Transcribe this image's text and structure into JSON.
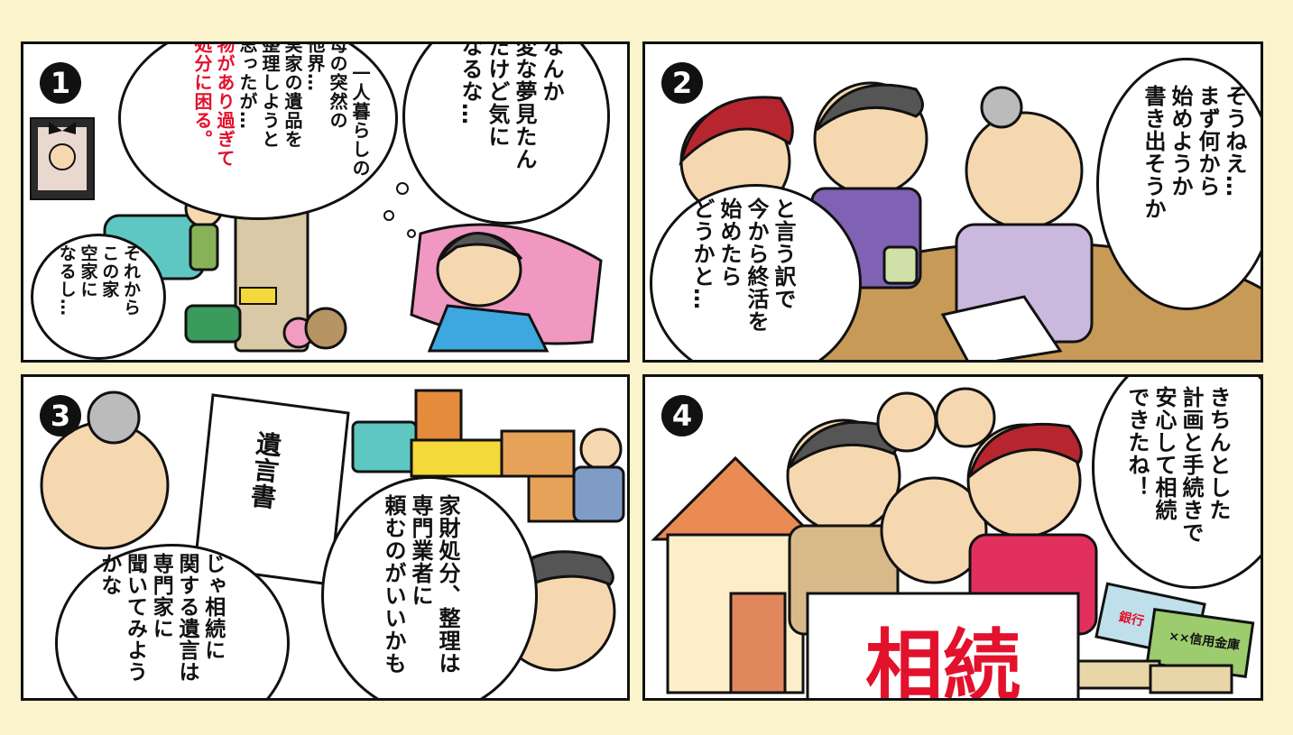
{
  "panels": [
    {
      "number": "1",
      "bubbles": {
        "narration_lines": [
          "一人暮らしの",
          "母の突然の",
          "他界…",
          "実家の遺品を",
          "整理しようと",
          "思ったが…"
        ],
        "narration_red": [
          "物があり過ぎて",
          "処分に困る。"
        ],
        "dream": [
          "なんか",
          "変な夢見たん",
          "だけど気に",
          "なるな…"
        ],
        "vacant": [
          "それから",
          "この家",
          "空家に",
          "なるし…"
        ]
      }
    },
    {
      "number": "2",
      "bubbles": {
        "grandma": [
          "そうねえ…",
          "まず何から",
          "始めようか",
          "書き出そうか"
        ],
        "son": [
          "と言う訳で",
          "今から終活を",
          "始めたら",
          "どうかと…"
        ]
      }
    },
    {
      "number": "3",
      "will_label": "遺言書",
      "bubbles": {
        "grandma": [
          "じゃ相続に",
          "関する遺言は",
          "専門家に",
          "聞いてみよう",
          "かな"
        ],
        "son": [
          "家財処分、整理は",
          "専門業者に",
          "頼むのがいいかも"
        ]
      }
    },
    {
      "number": "4",
      "sign": "相続",
      "bank_label": "銀行",
      "credit_label": "××信用金庫",
      "bubbles": {
        "family": [
          "きちんとした",
          "計画と手続きで",
          "安心して相続",
          "できたね！"
        ]
      }
    }
  ],
  "colors": {
    "background": "#fbf3cc",
    "accent_red": "#e2122d",
    "ink": "#111111"
  }
}
